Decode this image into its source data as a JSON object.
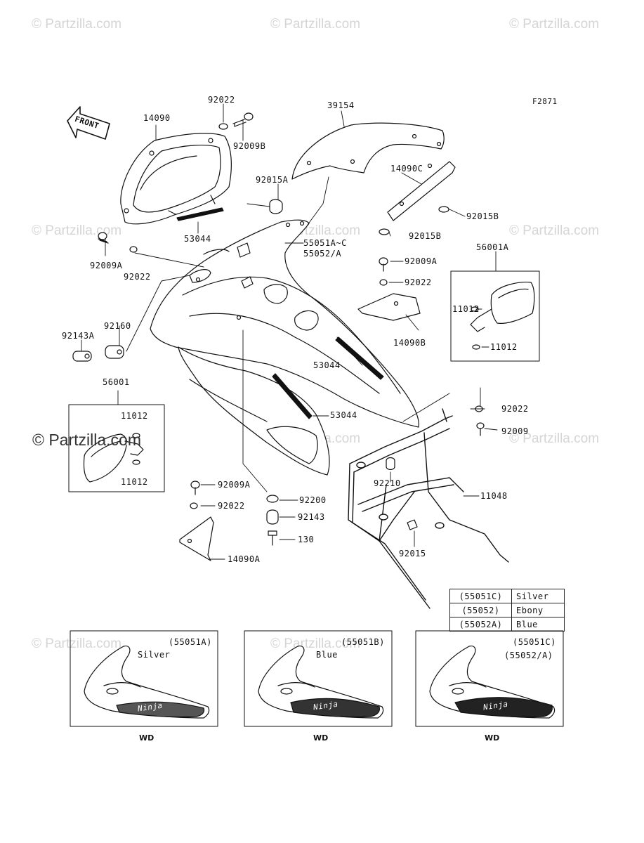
{
  "figure_id": "F2871",
  "front_label": "FRONT",
  "watermarks": [
    "© Partzilla.com",
    "© Partzilla.com",
    "© Partzilla.com",
    "© Partzilla.com",
    "© Partzilla.com",
    "© Partzilla.com",
    "© Partzilla.com",
    "© Partzilla.com",
    "© Partzilla.com",
    "© Partzilla.com"
  ],
  "watermark_main": "© Partzilla.com",
  "parts": {
    "p14090": "14090",
    "p92022_top": "92022",
    "p92009B": "92009B",
    "p39154": "39154",
    "p14090C": "14090C",
    "p92015A": "92015A",
    "p92015B_1": "92015B",
    "p92015B_2": "92015B",
    "p53044_top": "53044",
    "p55051AC": "55051A~C",
    "p55052A": "55052/A",
    "p92009A_left": "92009A",
    "p92022_left": "92022",
    "p92009A_right": "92009A",
    "p92022_right": "92022",
    "p56001A": "56001A",
    "p11012_a": "11012",
    "p11012_b": "11012",
    "p14090B": "14090B",
    "p92143A": "92143A",
    "p92160": "92160",
    "p53044_mid": "53044",
    "p56001": "56001",
    "p11012_c": "11012",
    "p11012_d": "11012",
    "p53044_low": "53044",
    "p92022_frame": "92022",
    "p92009": "92009",
    "p92210": "92210",
    "p11048": "11048",
    "p92009A_low": "92009A",
    "p92200": "92200",
    "p92022_low": "92022",
    "p92143": "92143",
    "p130": "130",
    "p14090A": "14090A",
    "p92015": "92015"
  },
  "color_table": [
    {
      "code": "(55051C)",
      "name": "Silver"
    },
    {
      "code": "(55052)",
      "name": "Ebony"
    },
    {
      "code": "(55052A)",
      "name": "Blue"
    }
  ],
  "variants": [
    {
      "code": "(55051A)",
      "color": "Silver",
      "logo": "Ninja",
      "footer": "WD"
    },
    {
      "code": "(55051B)",
      "color": "Blue",
      "logo": "Ninja",
      "footer": "WD"
    },
    {
      "code": "(55051C)",
      "code2": "(55052/A)",
      "logo": "Ninja",
      "footer": "WD"
    }
  ]
}
